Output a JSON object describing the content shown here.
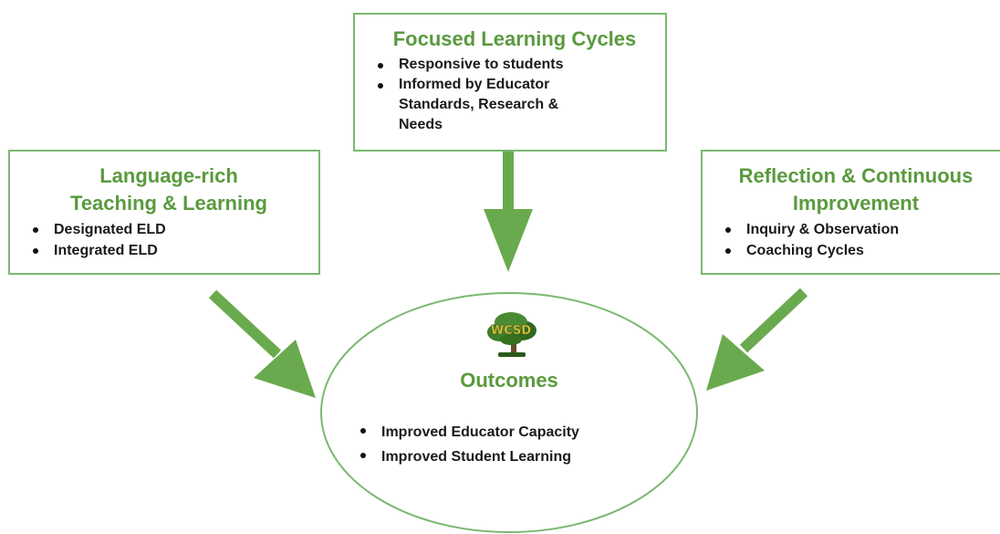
{
  "boxes": {
    "focused": {
      "title": "Focused Learning Cycles",
      "bullets": [
        "Responsive to students",
        "Informed by Educator",
        "Standards, Research &",
        "Needs"
      ]
    },
    "language": {
      "title_line1": "Language-rich",
      "title_line2": "Teaching & Learning",
      "bullets": [
        "Designated ELD",
        "Integrated ELD"
      ]
    },
    "reflection": {
      "title_line1": "Reflection & Continuous",
      "title_line2": "Improvement",
      "bullets": [
        "Inquiry & Observation",
        "Coaching Cycles"
      ]
    }
  },
  "outcomes": {
    "logo_text": "WCSD",
    "title": "Outcomes",
    "bullets": [
      "Improved Educator Capacity",
      "Improved Student Learning"
    ]
  },
  "colors": {
    "accent_green": "#6aaa4e",
    "title_green": "#5a9a3e",
    "border_green": "#7ab870",
    "text": "#1a1a1a"
  }
}
